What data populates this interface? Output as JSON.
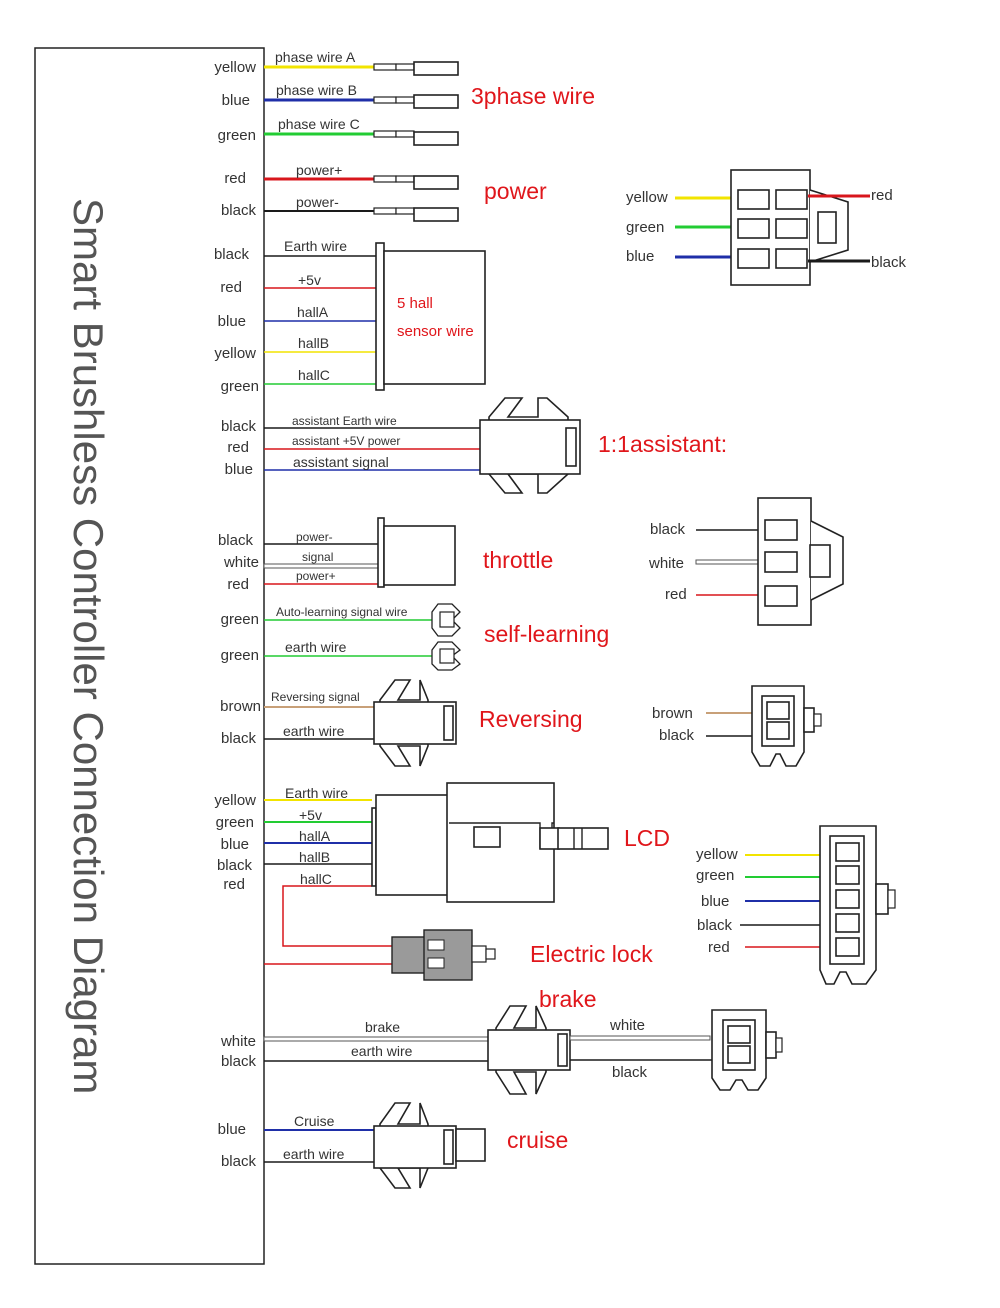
{
  "title": "Smart Brushless Controller Connection Diagram",
  "colors": {
    "yellow": "#f2e400",
    "blue": "#1f2fa8",
    "green": "#22cc33",
    "red": "#d8161c",
    "black": "#1a1a1a",
    "white": "#ffffff",
    "brown": "#c8a078",
    "label_red": "#e0161b"
  },
  "sections": {
    "phase": "3phase wire",
    "power": "power",
    "hall_line1": "5 hall",
    "hall_line2": "sensor wire",
    "assistant": "1:1assistant:",
    "throttle": "throttle",
    "self_learning": "self-learning",
    "reversing": "Reversing",
    "lcd": "LCD",
    "electric_lock": "Electric lock",
    "brake": "brake",
    "cruise": "cruise"
  },
  "left_colors": {
    "phase": [
      "yellow",
      "blue",
      "green"
    ],
    "power": [
      "red",
      "black"
    ],
    "hall": [
      "black",
      "red",
      "blue",
      "yellow",
      "green"
    ],
    "assistant": [
      "black",
      "red",
      "blue"
    ],
    "throttle": [
      "black",
      "white",
      "red"
    ],
    "self_learning": [
      "green",
      "green"
    ],
    "reversing": [
      "brown",
      "black"
    ],
    "lcd": [
      "yellow",
      "green",
      "blue",
      "black",
      "red"
    ],
    "brake": [
      "white",
      "black"
    ],
    "cruise": [
      "blue",
      "black"
    ]
  },
  "wire_labels": {
    "phase": [
      "phase wire A",
      "phase wire B",
      "phase wire C"
    ],
    "power": [
      "power+",
      "power-"
    ],
    "hall": [
      "Earth wire",
      "+5v",
      "hallA",
      "hallB",
      "hallC"
    ],
    "assistant": [
      "assistant Earth wire",
      "assistant +5V power",
      "assistant signal"
    ],
    "throttle": [
      "power-",
      "signal",
      "power+"
    ],
    "self_learning": [
      "Auto-learning signal wire",
      "earth wire"
    ],
    "reversing": [
      "Reversing signal",
      "earth wire"
    ],
    "lcd": [
      "Earth wire",
      "+5v",
      "hallA",
      "hallB",
      "hallC"
    ],
    "brake": [
      "brake",
      "earth wire"
    ],
    "cruise": [
      "Cruise",
      "earth wire"
    ]
  },
  "connector_labels": {
    "power": [
      "yellow",
      "green",
      "blue",
      "red",
      "black"
    ],
    "throttle": [
      "black",
      "white",
      "red"
    ],
    "reversing": [
      "brown",
      "black"
    ],
    "lcd": [
      "yellow",
      "green",
      "blue",
      "black",
      "red"
    ],
    "brake": [
      "white",
      "black"
    ]
  }
}
